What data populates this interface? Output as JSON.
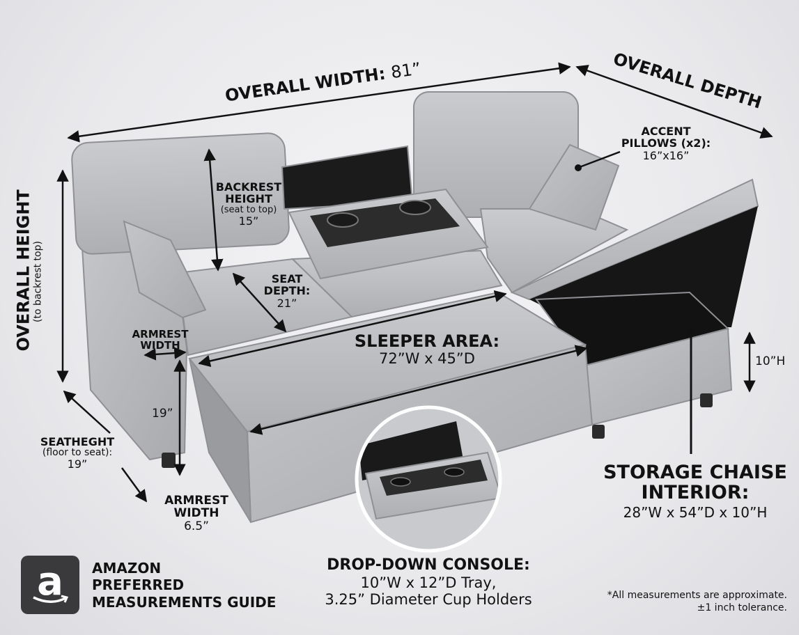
{
  "labels": {
    "overall_width": "OVERALL WIDTH:",
    "overall_width_value": "81”",
    "overall_depth": "OVERALL DEPTH",
    "overall_height": "OVERALL HEIGHT",
    "overall_height_note": "(to backrest top)",
    "accent_pillows_1": "ACCENT",
    "accent_pillows_2": "PILLOWS (x2):",
    "accent_pillows_value": "16”x16”",
    "backrest_height_1": "BACKREST",
    "backrest_height_2": "HEIGHT",
    "backrest_height_note": "(seat to top)",
    "backrest_height_value": "15”",
    "seat_depth_1": "SEAT",
    "seat_depth_2": "DEPTH:",
    "seat_depth_value": "21”",
    "armrest_width_top_1": "ARMREST",
    "armrest_width_top_2": "WIDTH",
    "sleeper_area": "SLEEPER AREA:",
    "sleeper_area_value": "72”W x 45”D",
    "chaise_height_value": "10”H",
    "arm_height_value": "19”",
    "seat_height_title": "SEATHEGHT",
    "seat_height_note": "(floor to seat):",
    "seat_height_value": "19”",
    "armrest_width_bottom_1": "ARMREST",
    "armrest_width_bottom_2": "WIDTH",
    "armrest_width_bottom_value": "6.5”",
    "storage_chaise_1": "STORAGE CHAISE",
    "storage_chaise_2": "INTERIOR:",
    "storage_chaise_value": "28”W x 54”D x 10”H",
    "console_title": "DROP-DOWN CONSOLE:",
    "console_line_1": "10”W x 12”D Tray,",
    "console_line_2": "3.25” Diameter Cup Holders",
    "footnote_1": "*All measurements are approximate.",
    "footnote_2": "±1 inch tolerance."
  },
  "brand": {
    "logo_letter": "a",
    "line_1": "AMAZON",
    "line_2": "PREFERRED",
    "line_3": "MEASUREMENTS GUIDE"
  },
  "colors": {
    "fabric": "#bfc0c3",
    "fabric_dark": "#a4a5a9",
    "interior": "#1a1a1a",
    "arrow": "#111111"
  }
}
